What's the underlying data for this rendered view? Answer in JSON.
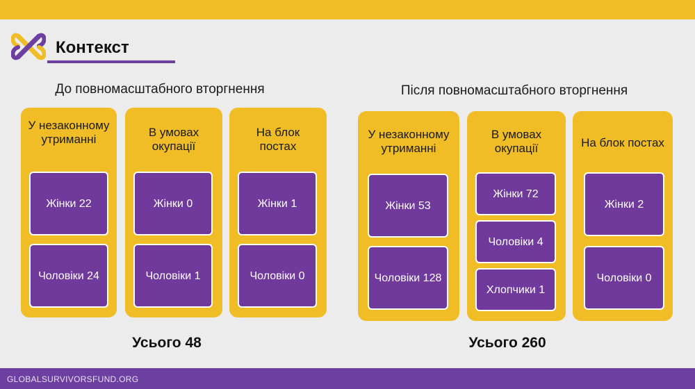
{
  "title": "Контекст",
  "before": {
    "heading": "До повномасштабного вторгнення",
    "columns": [
      {
        "header": "У незаконному утриманні",
        "cells": [
          "Жінки 22",
          "Чоловіки 24"
        ]
      },
      {
        "header": "В умовах окупації",
        "cells": [
          "Жінки 0",
          "Чоловіки 1"
        ]
      },
      {
        "header": "На блок постах",
        "cells": [
          "Жінки 1",
          "Чоловіки 0"
        ]
      }
    ],
    "total": "Усього 48"
  },
  "after": {
    "heading": "Після повномасштабного вторгнення",
    "columns": [
      {
        "header": "У незаконному утриманні",
        "cells": [
          "Жінки 53",
          "Чоловіки 128"
        ]
      },
      {
        "header": "В умовах окупації",
        "cells": [
          "Жінки 72",
          "Чоловіки 4",
          "Хлопчики 1"
        ]
      },
      {
        "header": "На блок постах",
        "cells": [
          "Жінки 2",
          "Чоловіки 0"
        ]
      }
    ],
    "total": "Усього 260"
  },
  "footer": "GLOBALSURVIVORSFUND.ORG",
  "colors": {
    "accent_yellow": "#f0bd27",
    "accent_purple": "#6f3a9c"
  }
}
